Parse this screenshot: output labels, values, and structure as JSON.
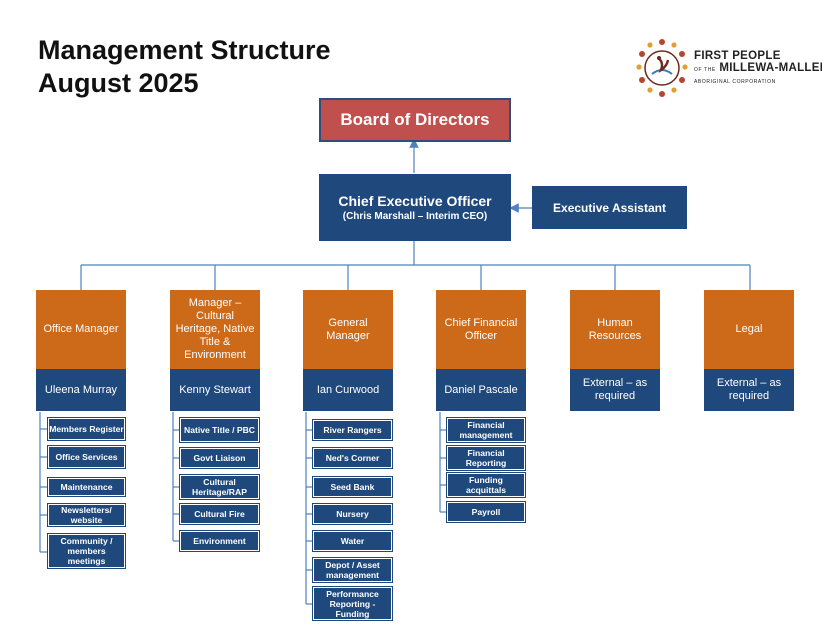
{
  "title": {
    "line1": "Management Structure",
    "line2": "August 2025"
  },
  "logo": {
    "line1": "FIRST PEOPLE",
    "line2": "MILLEWA-MALLEE",
    "line3": "ABORIGINAL CORPORATION",
    "prefix": "OF THE"
  },
  "board": "Board of Directors",
  "ceo": {
    "title": "Chief Executive Officer",
    "subtitle": "(Chris Marshall – Interim CEO)"
  },
  "assistant": "Executive Assistant",
  "colors": {
    "navy": "#1f497d",
    "orange": "#cc6a1a",
    "red": "#c0504d",
    "line": "#4f81bd"
  },
  "departments": [
    {
      "role": "Office Manager",
      "person": "Uleena Murray",
      "items": [
        "Members Register",
        "Office Services",
        "Maintenance",
        "Newsletters/ website",
        "Community / members meetings"
      ]
    },
    {
      "role": "Manager – Cultural Heritage, Native Title & Environment",
      "person": "Kenny Stewart",
      "items": [
        "Native Title / PBC",
        "Govt Liaison",
        "Cultural Heritage/RAP",
        "Cultural Fire",
        "Environment"
      ]
    },
    {
      "role": "General Manager",
      "person": "Ian Curwood",
      "items": [
        "River Rangers",
        "Ned's Corner",
        "Seed Bank",
        "Nursery",
        "Water",
        "Depot / Asset management",
        "Performance Reporting - Funding"
      ]
    },
    {
      "role": "Chief Financial Officer",
      "person": "Daniel Pascale",
      "items": [
        "Financial management",
        "Financial Reporting",
        "Funding acquittals",
        "Payroll"
      ]
    },
    {
      "role": "Human Resources",
      "person": "External – as required",
      "items": []
    },
    {
      "role": "Legal",
      "person": "External – as required",
      "items": []
    }
  ]
}
